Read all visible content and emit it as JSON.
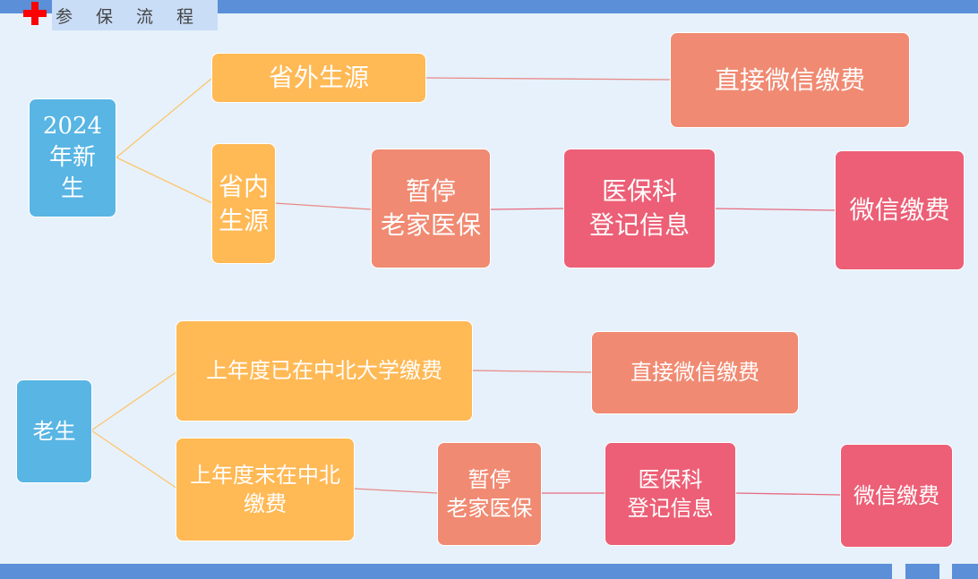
{
  "header": {
    "title": "参保流程",
    "icon": "red-cross-icon"
  },
  "colors": {
    "root": "#58b5e4",
    "level1": "#ffb955",
    "step_a": "#f08a72",
    "step_b": "#ec5f76",
    "bar": "#5b8fd8",
    "background": "#e6f1fb"
  },
  "flows": {
    "new_students": {
      "root": "2024\n年新\n生",
      "out_province": {
        "label": "省外生源",
        "action": "直接微信缴费"
      },
      "in_province": {
        "label": "省内\n生源",
        "step1": "暂停\n老家医保",
        "step2": "医保科\n登记信息",
        "step3": "微信缴费"
      }
    },
    "old_students": {
      "root": "老生",
      "paid_last_year": {
        "label": "上年度已在中北大学缴费",
        "action": "直接微信缴费"
      },
      "not_paid_last_year": {
        "label": "上年度末在中北\n缴费",
        "step1": "暂停\n老家医保",
        "step2": "医保科\n登记信息",
        "step3": "微信缴费"
      }
    }
  }
}
